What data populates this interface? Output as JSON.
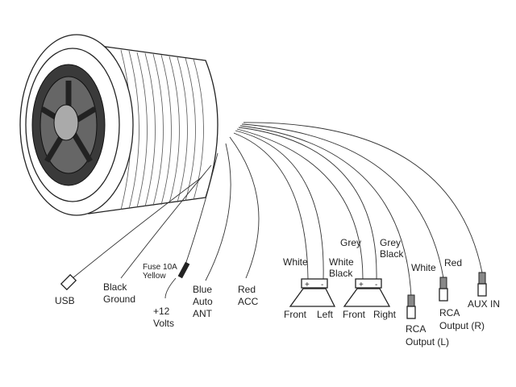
{
  "labels": {
    "usb": "USB",
    "black": "Black",
    "ground": "Ground",
    "fuse": "Fuse 10A",
    "yellow": "Yellow",
    "plus12": "+12",
    "volts": "Volts",
    "blue": "Blue",
    "auto": "Auto",
    "ant": "ANT",
    "red": "Red",
    "acc": "ACC",
    "white_fl": "White",
    "white_black_1": "White",
    "white_black_2": "Black",
    "grey": "Grey",
    "grey_black_1": "Grey",
    "grey_black_2": "Black",
    "front_left_1": "Front",
    "front_left_2": "Left",
    "front_right_1": "Front",
    "front_right_2": "Right",
    "white_rca": "White",
    "red_rca": "Red",
    "rca_l_1": "RCA",
    "rca_l_2": "Output (L)",
    "rca_r_1": "RCA",
    "rca_r_2": "Output (R)",
    "aux_in": "AUX IN",
    "plus_sign": "+",
    "minus_sign": "-"
  }
}
